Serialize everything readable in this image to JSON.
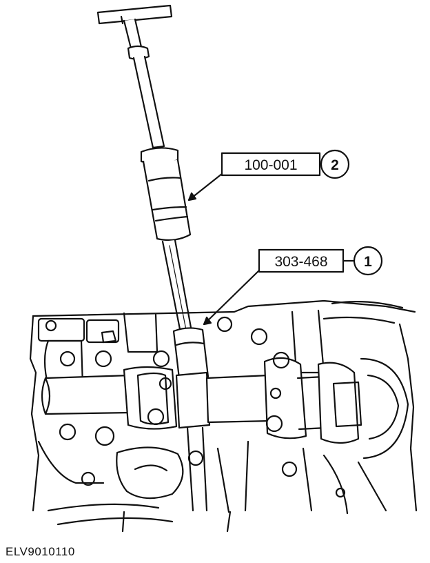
{
  "callouts": [
    {
      "part_number": "100-001",
      "index": "2"
    },
    {
      "part_number": "303-468",
      "index": "1"
    }
  ],
  "figure_code": "ELV9010110",
  "colors": {
    "ink": "#111111",
    "paper": "#ffffff"
  }
}
